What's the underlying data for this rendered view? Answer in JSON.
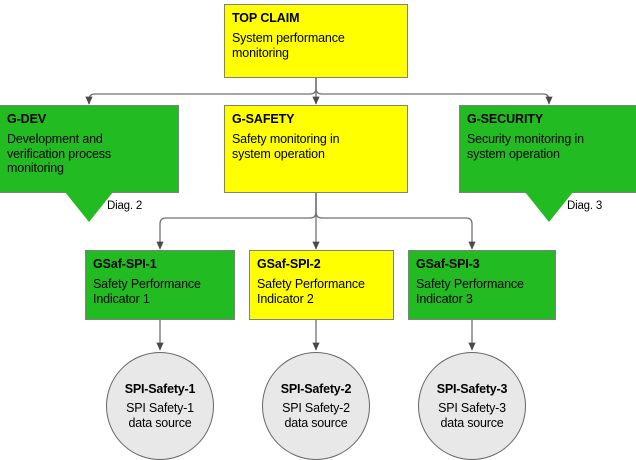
{
  "diagram": {
    "type": "gsn-assurance-case",
    "background": "#ffffff",
    "colors": {
      "green": "#22bb22",
      "yellow": "#ffff00",
      "circle_fill": "#e8e8e8",
      "stroke": "#808080",
      "edge": "#666666",
      "text": "#000000"
    }
  },
  "nodes": {
    "top_claim": {
      "title": "TOP CLAIM",
      "desc": "System performance\nmonitoring",
      "fill": "#ffff00"
    },
    "g_dev": {
      "title": "G-DEV",
      "desc": "Development and\nverification process\nmonitoring",
      "fill": "#22bb22"
    },
    "g_safety": {
      "title": "G-SAFETY",
      "desc": "Safety monitoring in\nsystem operation",
      "fill": "#ffff00"
    },
    "g_security": {
      "title": "G-SECURITY",
      "desc": "Security monitoring in\nsystem operation",
      "fill": "#22bb22"
    },
    "gsaf_spi_1": {
      "title": "GSaf-SPI-1",
      "desc": "Safety Performance\nIndicator 1",
      "fill": "#22bb22"
    },
    "gsaf_spi_2": {
      "title": "GSaf-SPI-2",
      "desc": "Safety Performance\nIndicator 2",
      "fill": "#ffff00"
    },
    "gsaf_spi_3": {
      "title": "GSaf-SPI-3",
      "desc": "Safety Performance\nIndicator 3",
      "fill": "#22bb22"
    },
    "spi_safety_1": {
      "title": "SPI-Safety-1",
      "desc": "SPI Safety-1\ndata source",
      "fill": "#e8e8e8"
    },
    "spi_safety_2": {
      "title": "SPI-Safety-2",
      "desc": "SPI Safety-2\ndata source",
      "fill": "#e8e8e8"
    },
    "spi_safety_3": {
      "title": "SPI-Safety-3",
      "desc": "SPI Safety-3\ndata source",
      "fill": "#e8e8e8"
    }
  },
  "away_references": {
    "diag2": {
      "label": "Diag. 2"
    },
    "diag3": {
      "label": "Diag. 3"
    }
  }
}
